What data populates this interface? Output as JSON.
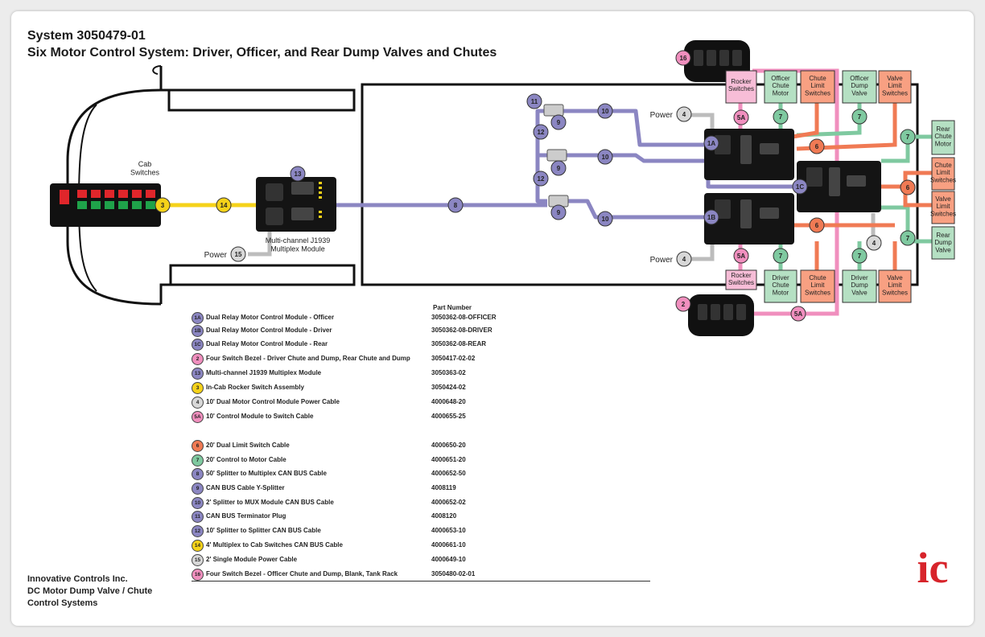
{
  "title": "System 3050479-01",
  "subtitle": "Six Motor Control System:  Driver, Officer, and Rear Dump Valves and Chutes",
  "company": [
    "Innovative Controls Inc.",
    "DC Motor Dump Valve / Chute",
    "Control Systems"
  ],
  "part_number_header": "Part Number",
  "colors": {
    "purple": "#8b86c2",
    "yellow": "#f5d219",
    "gray": "#bcbcbc",
    "pink": "#f08fbe",
    "green": "#7fc9a0",
    "orange": "#f07a54",
    "greenbox": "#b5e0c3",
    "orangebox": "#f8a082",
    "pinkbox": "#f7bdd7",
    "logo": "#d7242b"
  },
  "labels": {
    "cab_switches": "Cab\nSwitches",
    "mux_module": "Multi-channel J1939\nMultiplex Module",
    "power": "Power",
    "rocker_switches": "Rocker\nSwitches",
    "officer_chute_motor": "Officer\nChute\nMotor",
    "chute_limit_switches": "Chute\nLimit\nSwitches",
    "officer_dump_valve": "Officer\nDump\nValve",
    "valve_limit_switches": "Valve\nLimit\nSwitches",
    "rear_chute_motor": "Rear\nChute\nMotor",
    "rear_dump_valve": "Rear\nDump\nValve",
    "driver_chute_motor": "Driver\nChute\nMotor",
    "driver_dump_valve": "Driver\nDump\nValve",
    "logo_text": "ic"
  },
  "legend": [
    {
      "id": "1A",
      "color": "#8b86c2",
      "desc": "Dual Relay Motor Control Module - Officer",
      "pn": "3050362-08-OFFICER"
    },
    {
      "id": "1B",
      "color": "#8b86c2",
      "desc": "Dual Relay Motor Control Module - Driver",
      "pn": "3050362-08-DRIVER"
    },
    {
      "id": "1C",
      "color": "#8b86c2",
      "desc": "Dual Relay Motor Control Module - Rear",
      "pn": "3050362-08-REAR"
    },
    {
      "id": "2",
      "color": "#f08fbe",
      "desc": "Four Switch Bezel - Driver Chute and Dump, Rear Chute and Dump",
      "pn": "3050417-02-02"
    },
    {
      "id": "13",
      "color": "#8b86c2",
      "desc": "Multi-channel J1939 Multiplex Module",
      "pn": "3050363-02"
    },
    {
      "id": "3",
      "color": "#f5d219",
      "desc": "In-Cab Rocker Switch Assembly",
      "pn": "3050424-02"
    },
    {
      "id": "4",
      "color": "#d8d8d8",
      "desc": "10' Dual Motor Control Module Power Cable",
      "pn": "4000648-20"
    },
    {
      "id": "5A",
      "color": "#f08fbe",
      "desc": "10' Control Module to Switch Cable",
      "pn": "4000655-25"
    },
    {
      "id": "6",
      "color": "#f07a54",
      "desc": "20' Dual Limit Switch Cable",
      "pn": "4000650-20"
    },
    {
      "id": "7",
      "color": "#7fc9a0",
      "desc": "20' Control to Motor Cable",
      "pn": "4000651-20"
    },
    {
      "id": "8",
      "color": "#8b86c2",
      "desc": "50' Splitter to Multiplex CAN BUS Cable",
      "pn": "4000652-50"
    },
    {
      "id": "9",
      "color": "#8b86c2",
      "desc": "CAN BUS Cable Y-Splitter",
      "pn": "4008119"
    },
    {
      "id": "10",
      "color": "#8b86c2",
      "desc": "2' Splitter to MUX Module CAN BUS Cable",
      "pn": "4000652-02"
    },
    {
      "id": "11",
      "color": "#8b86c2",
      "desc": "CAN BUS Terminator Plug",
      "pn": "4008120"
    },
    {
      "id": "12",
      "color": "#8b86c2",
      "desc": "10' Splitter to Splitter CAN BUS Cable",
      "pn": "4000653-10"
    },
    {
      "id": "14",
      "color": "#f5d219",
      "desc": "4' Multiplex to Cab Switches CAN BUS Cable",
      "pn": "4000661-10"
    },
    {
      "id": "15",
      "color": "#d8d8d8",
      "desc": "2' Single Module Power Cable",
      "pn": "4000649-10"
    },
    {
      "id": "16",
      "color": "#f08fbe",
      "desc": "Four Switch Bezel - Officer Chute and Dump, Blank, Tank Rack",
      "pn": "3050480-02-01"
    }
  ]
}
